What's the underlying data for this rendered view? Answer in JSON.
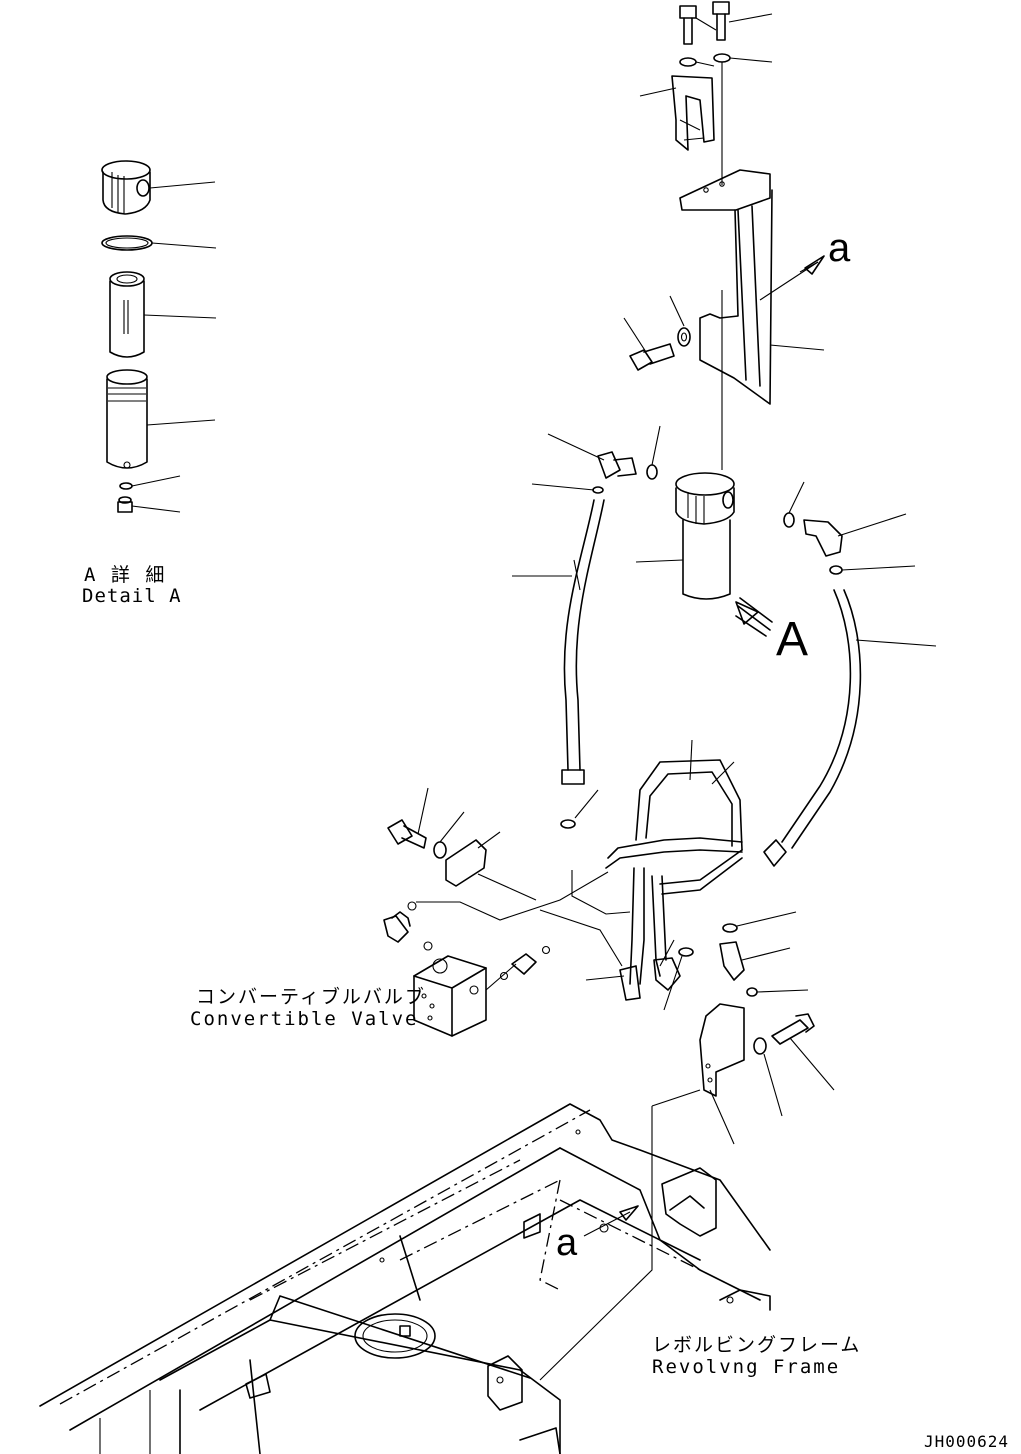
{
  "detail": {
    "title_jp": "A 詳 細",
    "title_en": "Detail A"
  },
  "view_markers": {
    "arrow_a_upper": "a",
    "arrow_a_lower": "a",
    "arrow_A": "A"
  },
  "callouts": {
    "convertible_valve_jp": "コンバーティブルバルブ",
    "convertible_valve_en": "Convertible Valve",
    "revolving_frame_jp": "レボルビングフレーム",
    "revolving_frame_en": "Revolvng Frame"
  },
  "drawing_number": "JH000624"
}
